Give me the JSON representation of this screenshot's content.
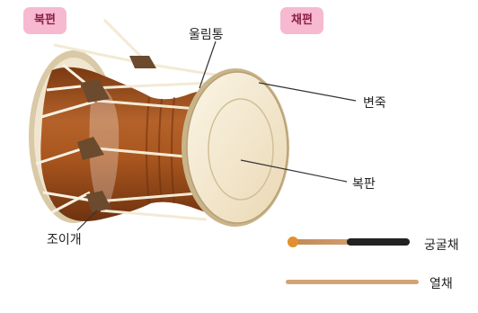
{
  "title": "",
  "side_tags": {
    "left": "북편",
    "right": "채편"
  },
  "part_labels": {
    "resonator": "울림통",
    "rim": "변죽",
    "drumhead_center": "복판",
    "tension_wedges": "조이개",
    "round_head_stick": "궁굴채",
    "thin_stick": "열채"
  },
  "colors": {
    "badge_bg": "#f6b9cf",
    "badge_text": "#8b1f45",
    "drum_body": "#a8551e",
    "drumhead": "#f3e8cf",
    "rope": "#f1e9d6",
    "wedge": "#6b4a2e",
    "thin_stick": "#d4a373",
    "round_stick_head": "#e0902e"
  },
  "icons": {
    "drum": "janggu-drum-illustration",
    "stick_round": "gunggulchae-stick",
    "stick_thin": "yeolchae-stick"
  }
}
